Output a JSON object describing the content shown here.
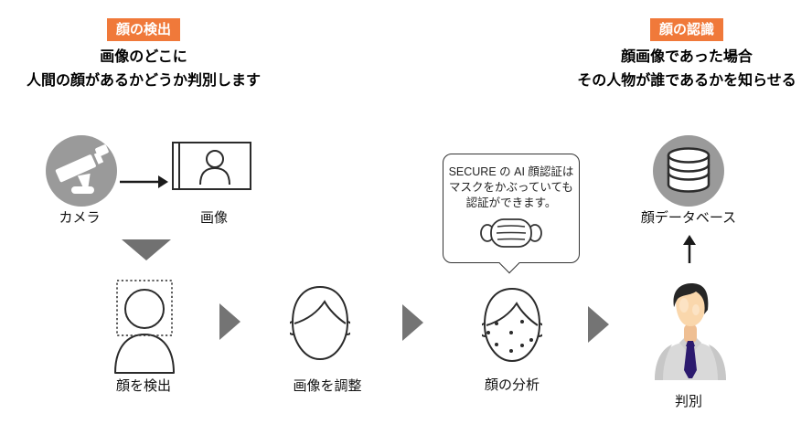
{
  "detection": {
    "badge": "顔の検出",
    "line1": "画像のどこに",
    "line2": "人間の顔があるかどうか判別します"
  },
  "recognition": {
    "badge": "顔の認識",
    "line1": "顔画像であった場合",
    "line2": "その人物が誰であるかを知らせる"
  },
  "flow": {
    "camera_label": "カメラ",
    "image_label": "画像",
    "detect_label": "顔を検出",
    "adjust_label": "画像を調整",
    "analysis_label": "顔の分析",
    "judge_label": "判別",
    "database_label": "顔データベース"
  },
  "bubble": {
    "line1": "SECURE の AI 顔認証は",
    "line2": "マスクをかぶっていても",
    "line3": "認証ができます。"
  },
  "icons": {
    "camera": "cctv-camera-icon",
    "image_stack": "stacked-photos-icon",
    "person": "person-silhouette-icon",
    "face_detect": "face-in-dotted-box-icon",
    "face_adjust": "face-outline-icon",
    "face_analysis": "face-with-landmark-dots-icon",
    "mask": "face-mask-icon",
    "avatar": "businessman-avatar-icon",
    "database": "database-cylinder-icon"
  },
  "colors": {
    "accent_orange": "#F0793A",
    "circle_gray": "#9A9A9A",
    "arrow_gray": "#747474",
    "triangle_gray": "#717171",
    "outline_dark": "#2b2b2b",
    "hair_black": "#262626",
    "skin": "#FAD7AC",
    "shirt_gray": "#D9D9D9",
    "tie_navy": "#2C1A6E"
  }
}
